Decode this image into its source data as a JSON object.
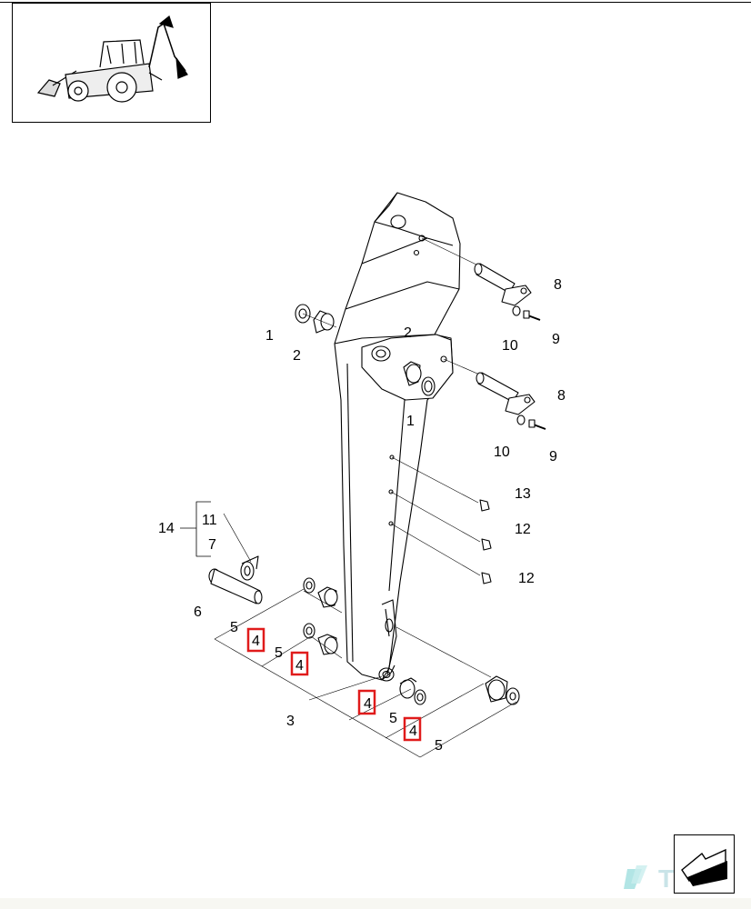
{
  "thumbnail": {
    "icon": "backhoe-loader-icon"
  },
  "callouts": {
    "c1a": "1",
    "c2a": "2",
    "c2b": "2",
    "c1b": "1",
    "c8a": "8",
    "c10a": "10",
    "c9a": "9",
    "c8b": "8",
    "c10b": "10",
    "c9b": "9",
    "c13": "13",
    "c12a": "12",
    "c12b": "12",
    "c14": "14",
    "c11": "11",
    "c7": "7",
    "c6": "6",
    "c5a": "5",
    "c4a": "4",
    "c5b": "5",
    "c4b": "4",
    "c3": "3",
    "c4c": "4",
    "c5c": "5",
    "c4d": "4",
    "c5d": "5"
  },
  "highlight_color": "#e01b1b",
  "navigation": {
    "icon": "next-page-arrow-icon"
  },
  "watermark": {
    "text": "TDC",
    "icon": "tdc-logo-icon"
  }
}
